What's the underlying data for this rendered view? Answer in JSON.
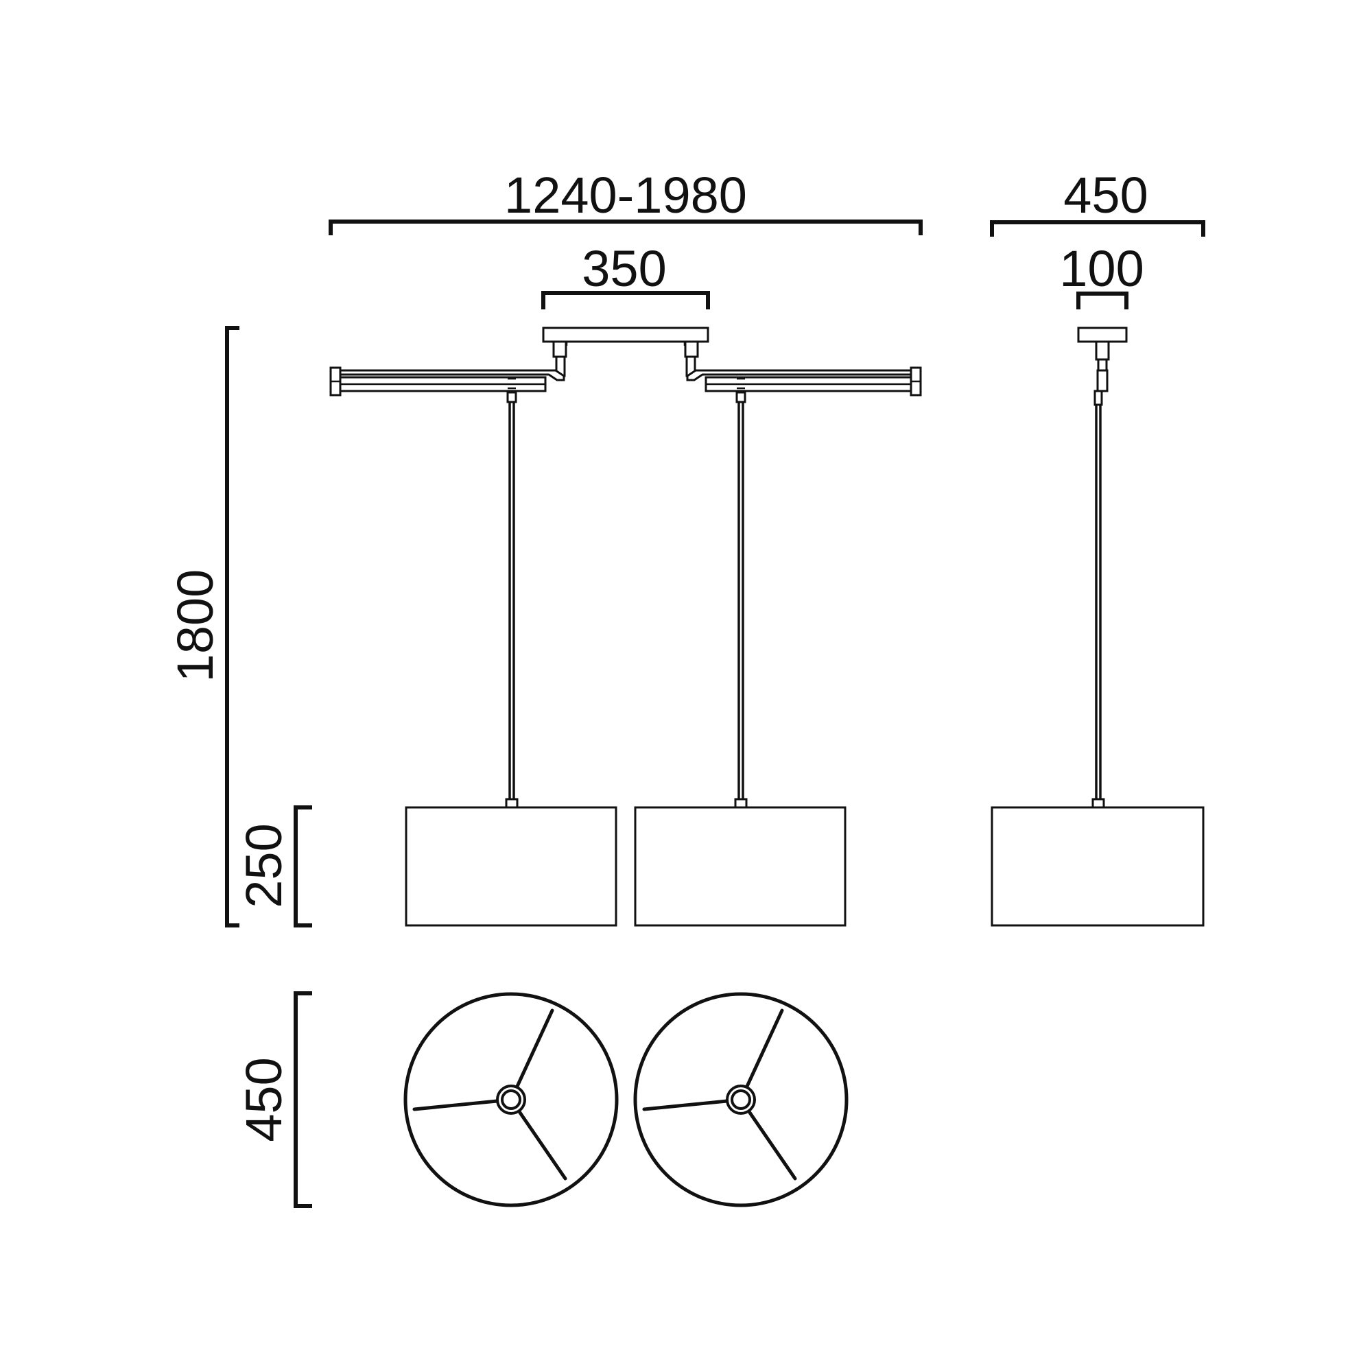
{
  "dimensions": {
    "overall_width": "1240-1980",
    "canopy_width": "350",
    "side_width": "450",
    "side_canopy_width": "100",
    "overall_height": "1800",
    "shade_height": "250",
    "shade_diameter": "450"
  },
  "colors": {
    "line": "#111111",
    "background": "#ffffff"
  }
}
